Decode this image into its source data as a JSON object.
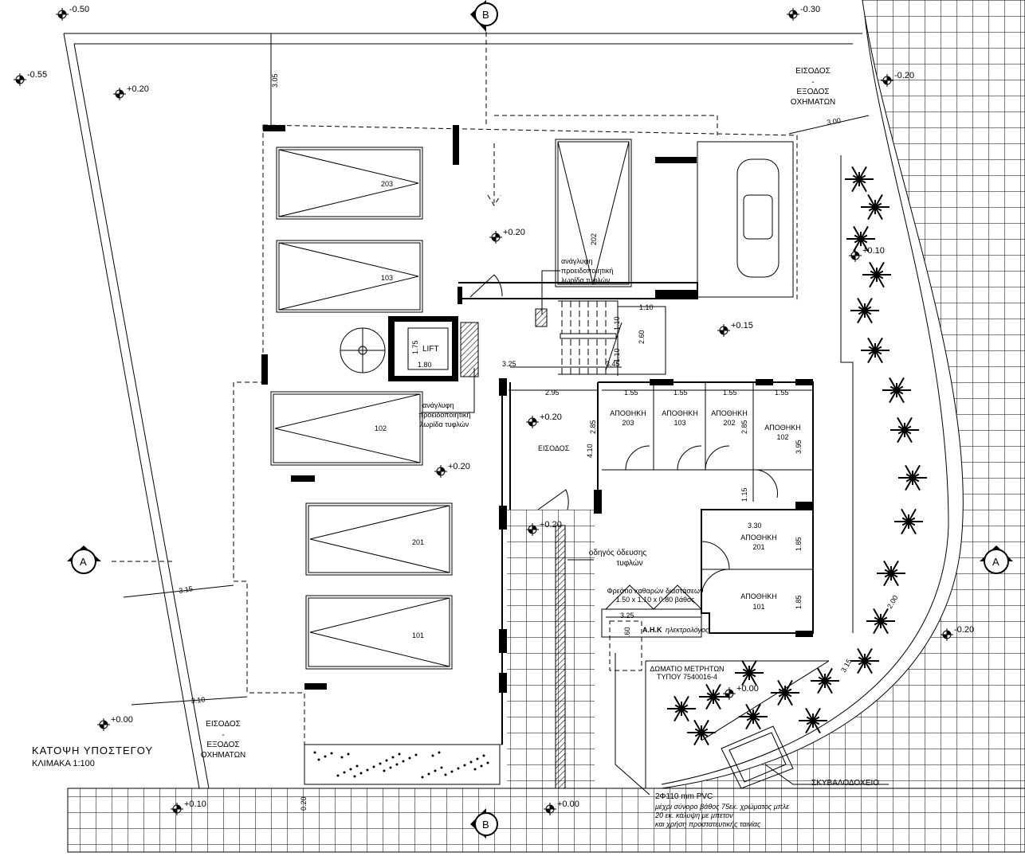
{
  "title": "ΚΑΤΟΨΗ ΥΠΟΣΤΕΓΟΥ",
  "scale": "ΚΛΙΜΑΚΑ 1:100",
  "section_markers": {
    "a": "A",
    "b": "B"
  },
  "levels": [
    "-0.50",
    "-0.30",
    "-0.55",
    "+0.20",
    "-0.20",
    "+0.20",
    "+0.15",
    "+0.10",
    "+0.20",
    "+0.20",
    "+0.20",
    "-0.20",
    "+0.00",
    "+0.00",
    "+0.10",
    "+0.00"
  ],
  "dimensions": [
    "3.05",
    "3.00",
    "1.10",
    "1.10",
    "2.60",
    "1.10",
    "1.75",
    "1.80",
    "3.25",
    "3.45",
    "2.95",
    "1.55",
    "1.55",
    "1.55",
    "1.55",
    "2.85",
    "2.85",
    "3.95",
    "4.10",
    "1.15",
    "3.30",
    "1.85",
    "1.85",
    "3.15",
    "3.25",
    "3.10",
    "2.00",
    "3.15",
    "0.20",
    ".60"
  ],
  "vehicle_entry": {
    "l1": "ΕΙΣΟΔΟΣ",
    "l2": "-",
    "l3": "ΕΞΟΔΟΣ",
    "l4": "ΟΧΗΜΑΤΩΝ"
  },
  "parking": [
    "203",
    "103",
    "102",
    "201",
    "101",
    "202"
  ],
  "lift": "LIFT",
  "tactile_strip": {
    "l1": "ανάγλυφη",
    "l2": "προειδοποιητική",
    "l3": "λωρίδα τυφλών"
  },
  "entrance": "ΕΙΣΟΔΟΣ",
  "storage_label": "ΑΠΟΘΗΚΗ",
  "storages": [
    "203",
    "103",
    "202",
    "102",
    "201",
    "101"
  ],
  "blind_guide": {
    "l1": "οδηγός όδευσης",
    "l2": "τυφλών"
  },
  "manhole": {
    "l1": "Φρεάτιο καθαρών διαστάσεων",
    "l2": "1.50 x 1.10 x 0.80 βάθος"
  },
  "ahk": "Α.Η.Κ",
  "electrician": "ηλεκτρολόγος",
  "meter_room": {
    "l1": "ΔΩΜΑΤΙΟ ΜΕΤΡΗΤΩΝ",
    "l2": "ΤΥΠΟΥ 7540016-4"
  },
  "bin_store": "ΣΚΥΒΑΛΟΔΟΧΕΙΟ",
  "pipe_note": {
    "l1": "2Φ110 mm PVC",
    "l2": "μέχρι σύνορο βάθος 75εκ.  χρώματος μπλε",
    "l3": "20 εκ. κάλυψη με μπετον",
    "l4": "και χρήση προστατευτικής ταινίας"
  }
}
